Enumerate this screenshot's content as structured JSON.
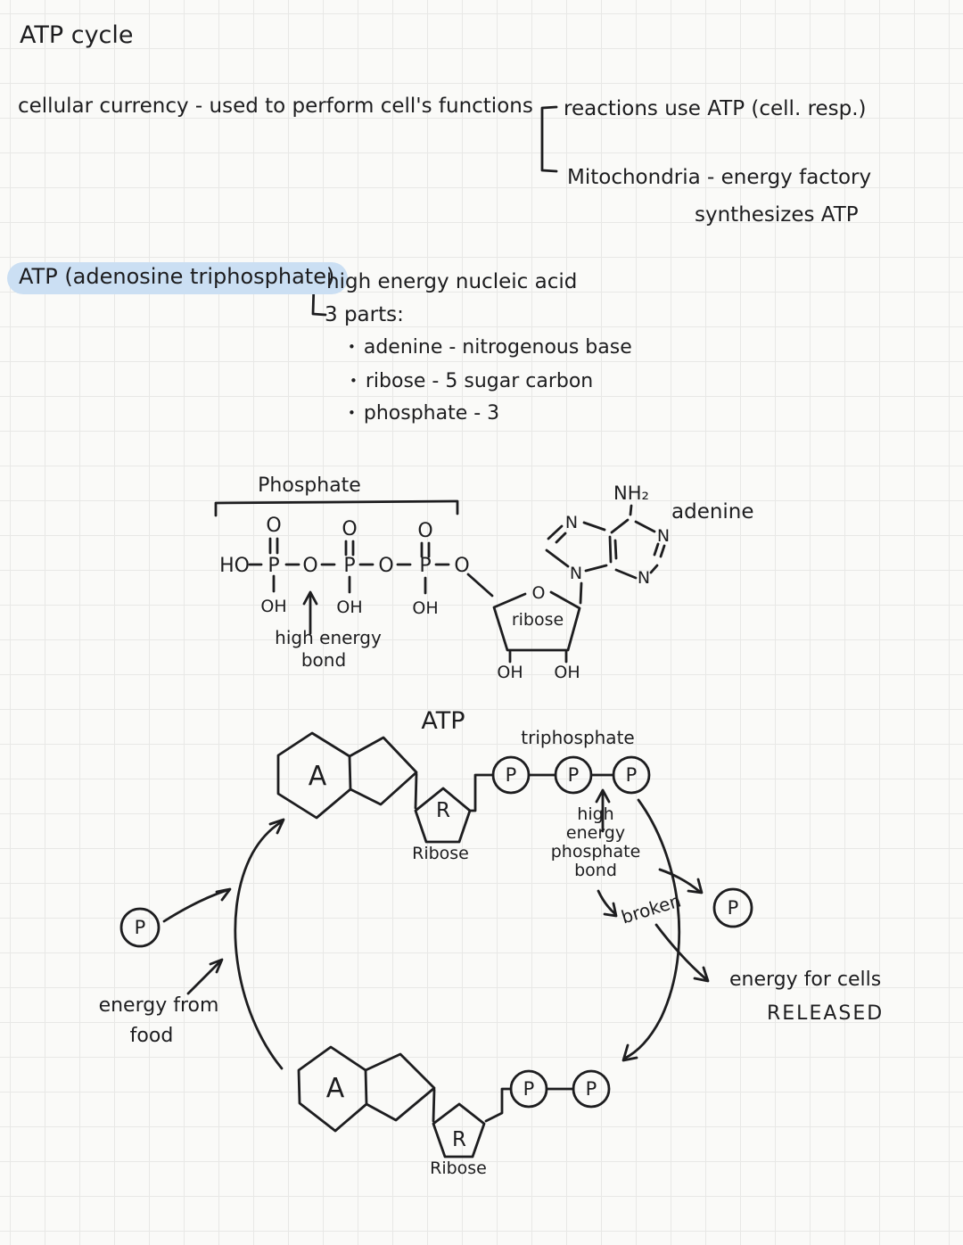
{
  "colors": {
    "paper": "#fafaf8",
    "grid": "#e8e8e6",
    "ink": "#1d1d1f",
    "highlight": "#cbdff3"
  },
  "header": {
    "title": "ATP cycle",
    "line": "cellular currency - used to perform cell's functions"
  },
  "branch": {
    "top": "reactions use ATP (cell. resp.)",
    "bottom_line1": "Mitochondria - energy factory",
    "bottom_line2": "synthesizes ATP"
  },
  "atp_section": {
    "heading": "ATP (adenosine triphosphate)",
    "point_top": "high energy nucleic acid",
    "point_bottom": "3 parts:",
    "bullet_char": "•",
    "bullets": [
      "adenine - nitrogenous base",
      "ribose - 5 sugar carbon",
      "phosphate - 3"
    ]
  },
  "structure": {
    "phosphate_label": "Phosphate",
    "ho": "HO",
    "p": "P",
    "o": "O",
    "oh": "OH",
    "arrow_label_line1": "high energy",
    "arrow_label_line2": "bond",
    "ribose_o": "O",
    "ribose_label": "ribose",
    "oh_left": "OH",
    "oh_right": "OH",
    "nh2": "NH₂",
    "n": "N",
    "adenine_label": "adenine"
  },
  "cycle": {
    "atp_label": "ATP",
    "triphosphate_label": "triphosphate",
    "a": "A",
    "r": "R",
    "p": "P",
    "ribose_label_top": "Ribose",
    "ribose_label_bottom": "Ribose",
    "bond_note_lines": [
      "high",
      "energy",
      "phosphate",
      "bond"
    ],
    "broken": "broken",
    "released_line1": "energy for cells",
    "released_line2": "RELEASED",
    "from_food_line1": "energy from",
    "from_food_line2": "food"
  }
}
